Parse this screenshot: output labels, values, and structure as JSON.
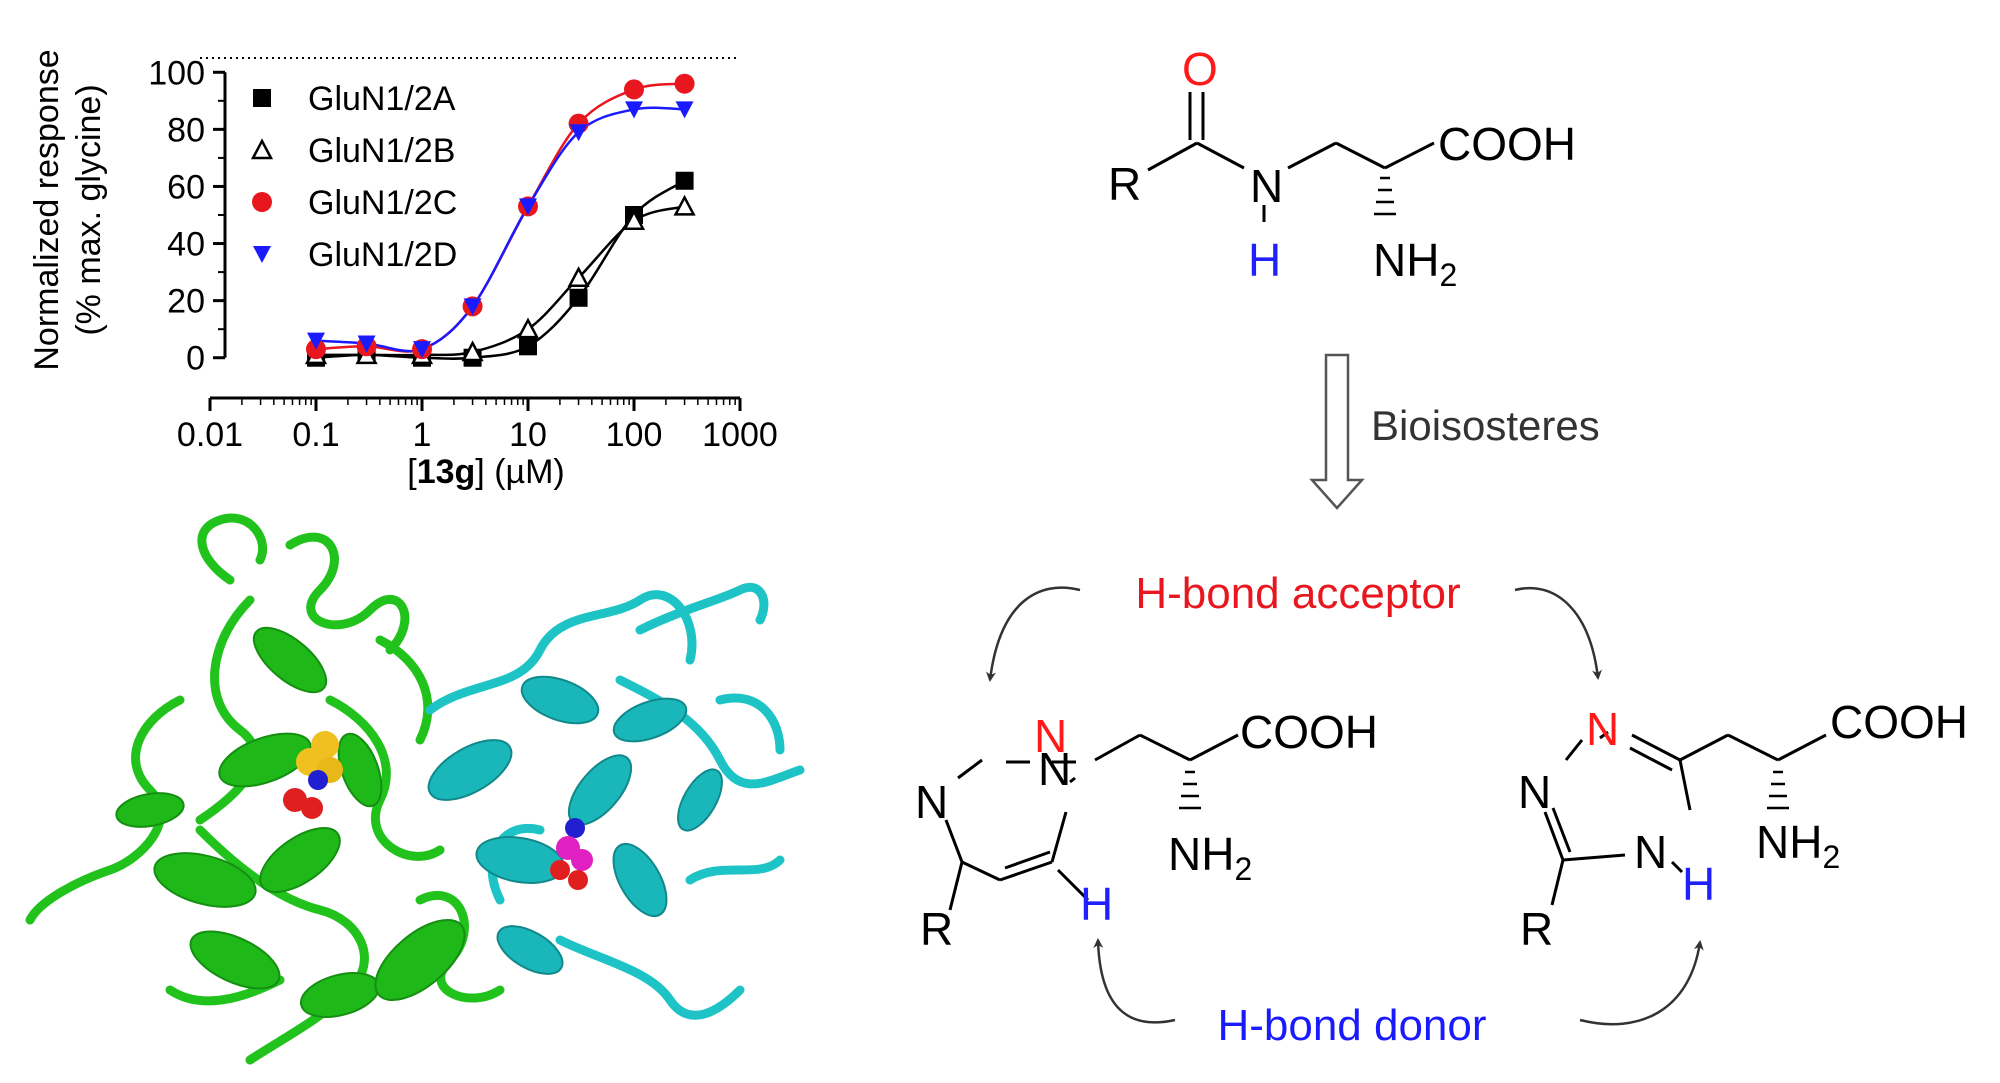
{
  "colors": {
    "black": "#000000",
    "red": "#e8161e",
    "blue": "#1a1aff",
    "hetero_red": "#ff1a1a",
    "hetero_blue": "#2020ff",
    "protein_green": "#22c21c",
    "protein_cyan": "#1ec3c6",
    "sphere_yellow": "#f0c020",
    "sphere_magenta": "#e020c0"
  },
  "chart_data": {
    "type": "scatter",
    "ylabel_line1": "Normalized response",
    "ylabel_line2": "(% max. glycine)",
    "xlabel_prefix": "[",
    "xlabel_bold": "13g",
    "xlabel_suffix": "] (µM)",
    "x_scale": "log",
    "xlim": [
      0.01,
      1000
    ],
    "ylim": [
      -5,
      105
    ],
    "reference_line_y": 100,
    "x_ticks": [
      0.01,
      0.1,
      1,
      10,
      100,
      1000
    ],
    "x_tick_labels": [
      "0.01",
      "0.1",
      "1",
      "10",
      "100",
      "1000"
    ],
    "y_ticks": [
      0,
      20,
      40,
      60,
      80,
      100
    ],
    "y_tick_labels": [
      "0",
      "20",
      "40",
      "60",
      "80",
      "100"
    ],
    "legend_position": "top-left",
    "series": [
      {
        "name": "GluN1/2A",
        "marker": "square",
        "color": "#000000",
        "x": [
          0.1,
          0.3,
          1,
          3,
          10,
          30,
          100,
          300
        ],
        "y": [
          0,
          1,
          0,
          0,
          4,
          21,
          50,
          62
        ]
      },
      {
        "name": "GluN1/2B",
        "marker": "triangle-open",
        "color": "#000000",
        "x": [
          0.1,
          0.3,
          1,
          3,
          10,
          30,
          100,
          300
        ],
        "y": [
          1,
          1,
          1,
          2,
          10,
          28,
          48,
          53
        ]
      },
      {
        "name": "GluN1/2C",
        "marker": "circle",
        "color": "#e8161e",
        "x": [
          0.1,
          0.3,
          1,
          3,
          10,
          30,
          100,
          300
        ],
        "y": [
          3,
          4,
          3,
          18,
          53,
          82,
          94,
          96
        ]
      },
      {
        "name": "GluN1/2D",
        "marker": "triangle-down",
        "color": "#1a1aff",
        "x": [
          0.1,
          0.3,
          1,
          3,
          10,
          30,
          100,
          300
        ],
        "y": [
          6,
          5,
          3,
          18,
          53,
          79,
          87,
          87
        ]
      }
    ]
  },
  "scheme": {
    "R": "R",
    "O": "O",
    "N": "N",
    "H": "H",
    "COOH": "COOH",
    "NH": "NH",
    "sub2": "2",
    "arrow_label": "Bioisosteres",
    "acceptor_label": "H-bond acceptor",
    "donor_label": "H-bond donor"
  }
}
